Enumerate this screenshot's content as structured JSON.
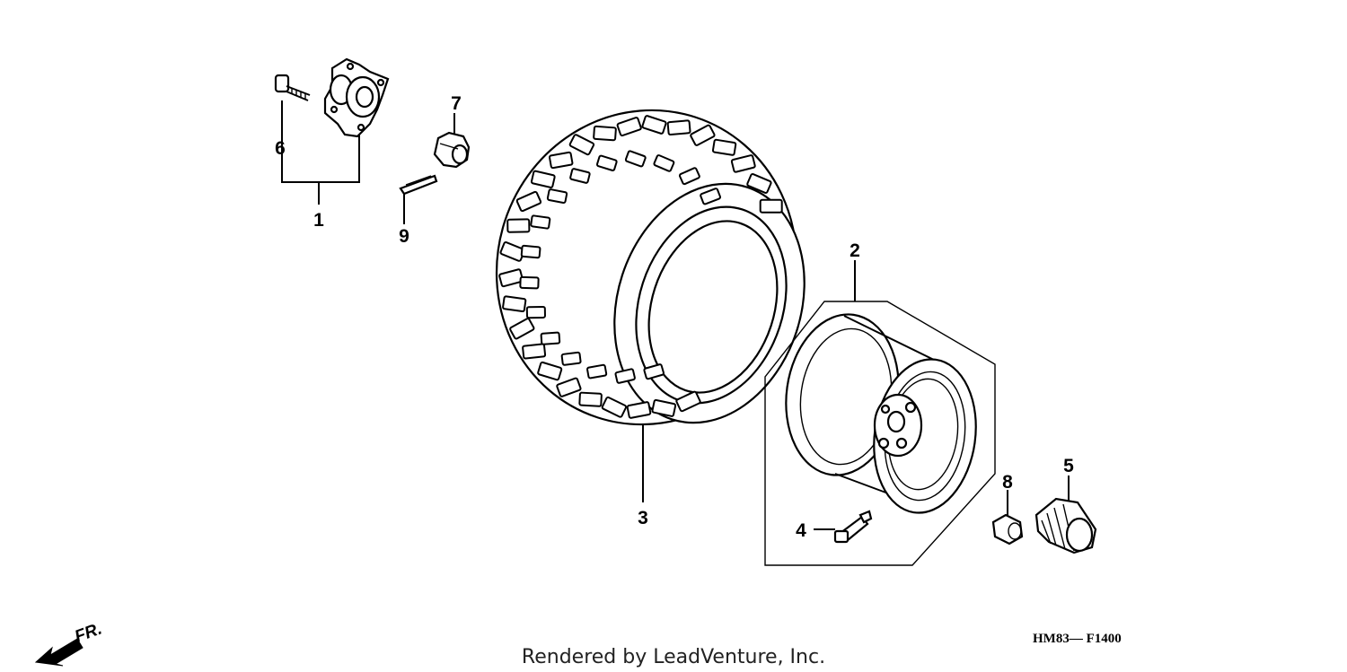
{
  "callouts": [
    {
      "id": "1",
      "label": "1"
    },
    {
      "id": "2",
      "label": "2"
    },
    {
      "id": "3",
      "label": "3"
    },
    {
      "id": "4",
      "label": "4"
    },
    {
      "id": "5",
      "label": "5"
    },
    {
      "id": "6",
      "label": "6"
    },
    {
      "id": "7",
      "label": "7"
    },
    {
      "id": "8",
      "label": "8"
    },
    {
      "id": "9",
      "label": "9"
    }
  ],
  "direction_indicator": {
    "label": "FR.",
    "icon": "front-arrow-icon"
  },
  "diagram_code": "HM83— F1400",
  "credit": "Rendered by LeadVenture, Inc."
}
